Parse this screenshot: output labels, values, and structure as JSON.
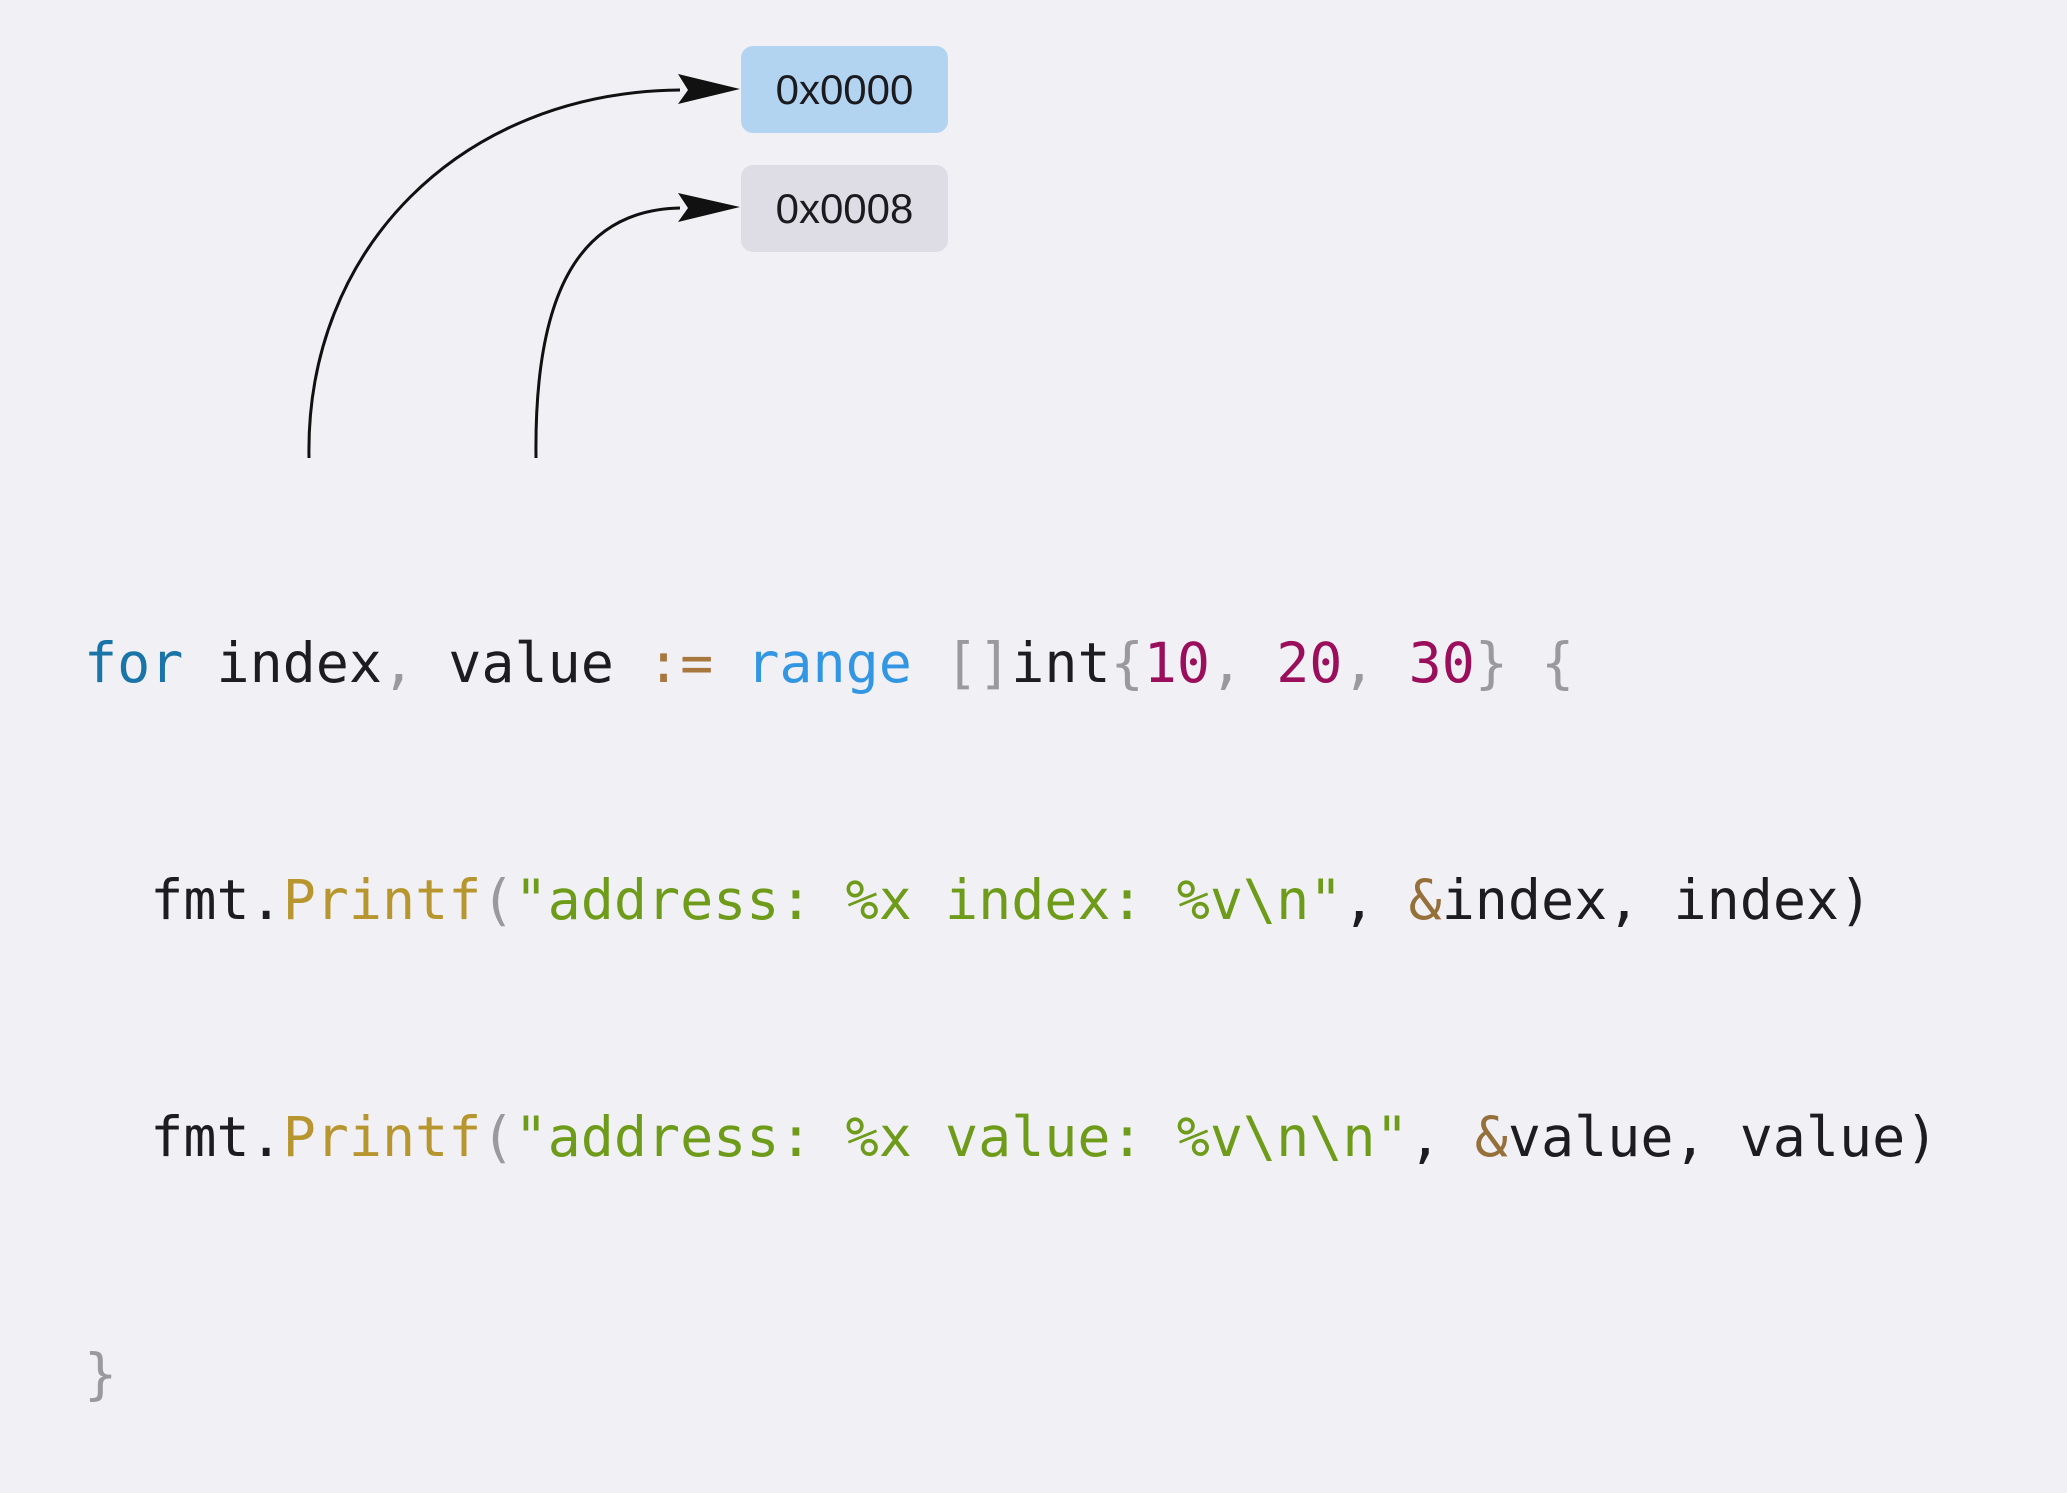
{
  "addresses": [
    "0x0000",
    "0x0008"
  ],
  "code": {
    "line1": [
      {
        "t": "for",
        "c": "kw"
      },
      {
        "t": " index",
        "c": "id"
      },
      {
        "t": ",",
        "c": "pun"
      },
      {
        "t": " value ",
        "c": "id"
      },
      {
        "t": ":=",
        "c": "op"
      },
      {
        "t": " ",
        "c": "id"
      },
      {
        "t": "range",
        "c": "fn"
      },
      {
        "t": " ",
        "c": "id"
      },
      {
        "t": "[]",
        "c": "pun"
      },
      {
        "t": "int",
        "c": "id"
      },
      {
        "t": "{",
        "c": "pun"
      },
      {
        "t": "10",
        "c": "num"
      },
      {
        "t": ", ",
        "c": "pun"
      },
      {
        "t": "20",
        "c": "num"
      },
      {
        "t": ", ",
        "c": "pun"
      },
      {
        "t": "30",
        "c": "num"
      },
      {
        "t": "}",
        "c": "pun"
      },
      {
        "t": " {",
        "c": "pun"
      }
    ],
    "line2": [
      {
        "t": "  fmt.",
        "c": "id"
      },
      {
        "t": "Printf",
        "c": "meth"
      },
      {
        "t": "(",
        "c": "pun"
      },
      {
        "t": "\"address: %x index: %v\\n\"",
        "c": "str"
      },
      {
        "t": ", ",
        "c": "id"
      },
      {
        "t": "&",
        "c": "amp"
      },
      {
        "t": "index, index)",
        "c": "id"
      }
    ],
    "line3": [
      {
        "t": "  fmt.",
        "c": "id"
      },
      {
        "t": "Printf",
        "c": "meth"
      },
      {
        "t": "(",
        "c": "pun"
      },
      {
        "t": "\"address: %x value: %v\\n\\n\"",
        "c": "str"
      },
      {
        "t": ", ",
        "c": "id"
      },
      {
        "t": "&",
        "c": "amp"
      },
      {
        "t": "value, value)",
        "c": "id"
      }
    ],
    "line4": [
      {
        "t": "}",
        "c": "pun"
      }
    ]
  }
}
